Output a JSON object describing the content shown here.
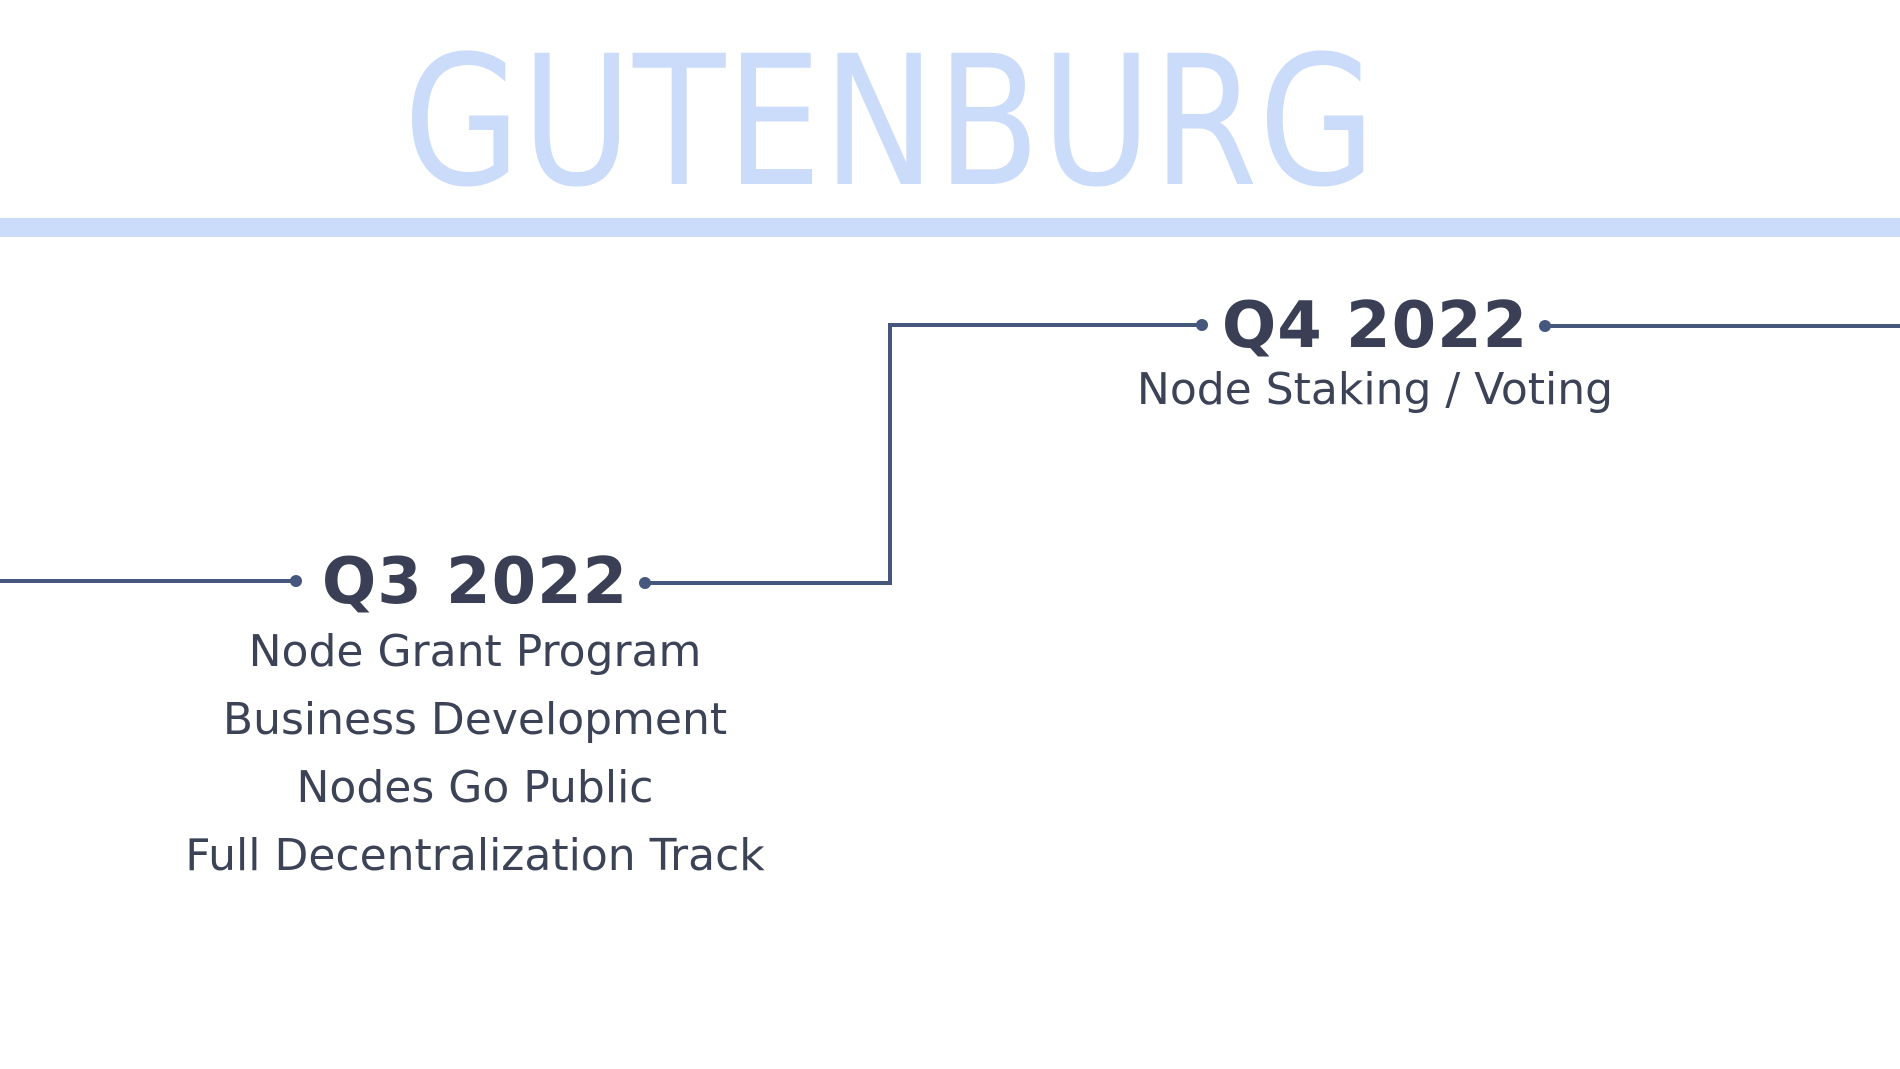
{
  "title": "GUTENBURG",
  "colors": {
    "title": "#cbdbfa",
    "rule": "#cbdbfa",
    "line": "#45577d",
    "date_text": "#3a3f56",
    "item_text": "#3d4357"
  },
  "milestones": [
    {
      "date": "Q3 2022",
      "items": [
        "Node Grant Program",
        "Business Development",
        "Nodes Go Public",
        "Full Decentralization Track"
      ]
    },
    {
      "date": "Q4 2022",
      "items": [
        "Node Staking / Voting"
      ]
    }
  ]
}
